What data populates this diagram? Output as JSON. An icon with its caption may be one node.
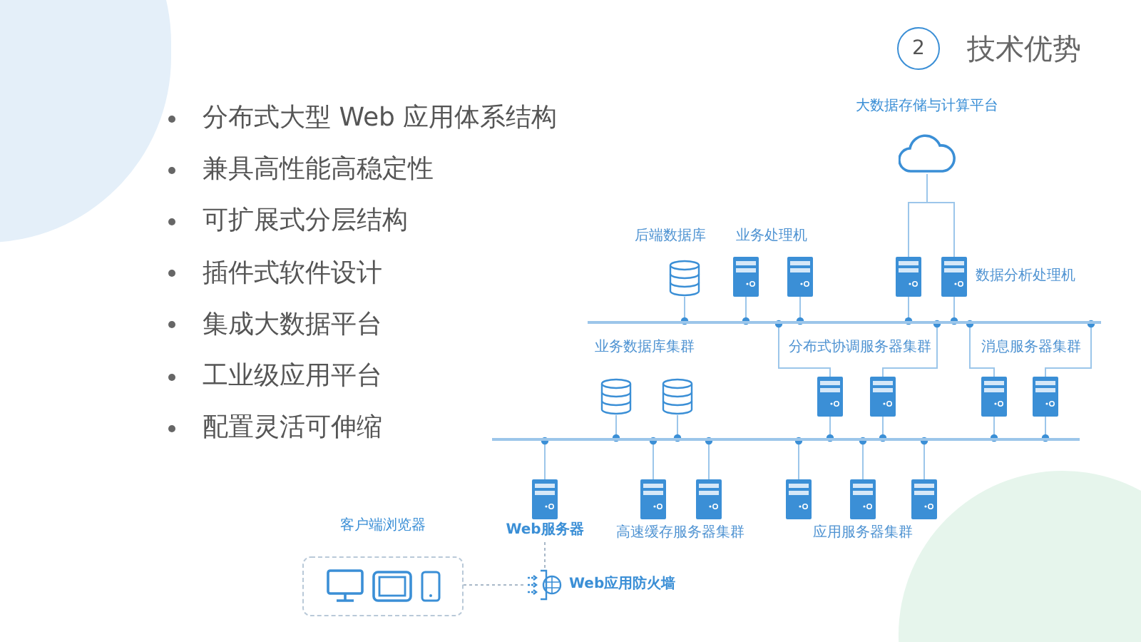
{
  "diagram": {
    "title": "技术优势",
    "nodes": [
      {
        "text": [
          "2"
        ]
      },
      {
        "text": [
          "大数据存储与计算平台"
        ]
      },
      {
        "text": [],
        "shape": "cylinder"
      },
      {
        "text": [],
        "shape": "server"
      },
      {
        "text": [],
        "shape": "server"
      },
      {
        "text": [],
        "shape": "server"
      },
      {
        "text": [],
        "shape": "server"
      },
      {
        "text": [],
        "shape": "bar"
      },
      {
        "text": [],
        "shape": "cylinder"
      },
      {
        "text": [],
        "shape": "cylinder"
      },
      {
        "text": [],
        "shape": "server"
      },
      {
        "text": [],
        "shape": "server"
      },
      {
        "text": [],
        "shape": "server"
      },
      {
        "text": [],
        "shape": "server"
      },
      {
        "text": [],
        "shape": "bar"
      },
      {
        "text": [],
        "shape": "server",
        "beside": [
          "Web服务器"
        ]
      },
      {
        "text": [],
        "shape": "server"
      },
      {
        "text": [],
        "shape": "server"
      },
      {
        "text": [],
        "shape": "server"
      },
      {
        "text": [],
        "shape": "server"
      },
      {
        "text": [],
        "shape": "server"
      },
      {
        "text": [
          "客户端浏览器"
        ]
      },
      {
        "text": [
          "Web应用防火墙"
        ]
      }
    ],
    "edges": [
      {
        "from": 1,
        "to": 5,
        "arrow": "none"
      },
      {
        "from": 1,
        "to": 6,
        "arrow": "none"
      },
      {
        "from": 2,
        "to": 7,
        "arrow": "other"
      },
      {
        "from": 3,
        "to": 7,
        "arrow": "other"
      },
      {
        "from": 4,
        "to": 7,
        "arrow": "other"
      },
      {
        "from": 5,
        "to": 7,
        "arrow": "other"
      },
      {
        "from": 6,
        "to": 7,
        "arrow": "other"
      },
      {
        "from": 10,
        "to": 7,
        "arrow": "other"
      },
      {
        "from": 11,
        "to": 7,
        "arrow": "other"
      },
      {
        "from": 12,
        "to": 7,
        "arrow": "other"
      },
      {
        "from": 13,
        "to": 7,
        "arrow": "other"
      },
      {
        "from": 8,
        "to": 14,
        "arrow": "other"
      },
      {
        "from": 9,
        "to": 14,
        "arrow": "other"
      },
      {
        "from": 10,
        "to": 14,
        "arrow": "other"
      },
      {
        "from": 11,
        "to": 14,
        "arrow": "other"
      },
      {
        "from": 12,
        "to": 14,
        "arrow": "other"
      },
      {
        "from": 13,
        "to": 14,
        "arrow": "other"
      },
      {
        "from": 15,
        "to": 14,
        "arrow": "other"
      },
      {
        "from": 16,
        "to": 14,
        "arrow": "other"
      },
      {
        "from": 17,
        "to": 14,
        "arrow": "other"
      },
      {
        "from": 18,
        "to": 14,
        "arrow": "other"
      },
      {
        "from": 19,
        "to": 14,
        "arrow": "other"
      },
      {
        "from": 20,
        "to": 14,
        "arrow": "other"
      },
      {
        "from": 21,
        "to": 22,
        "arrow": "none",
        "style": "dashed"
      },
      {
        "from": 22,
        "to": 15,
        "arrow": "none",
        "style": "dashed"
      }
    ],
    "labels": [
      "分布式大型 Web 应用体系结构",
      "兼具高性能高稳定性",
      "可扩展式分层结构",
      "插件式软件设计",
      "集成大数据平台",
      "工业级应用平台",
      "配置灵活可伸缩",
      "后端数据库",
      "业务处理机",
      "数据分析处理机",
      "业务数据库集群",
      "分布式协调服务器集群",
      "消息服务器集群",
      "高速缓存服务器集群",
      "应用服务器集群"
    ]
  }
}
